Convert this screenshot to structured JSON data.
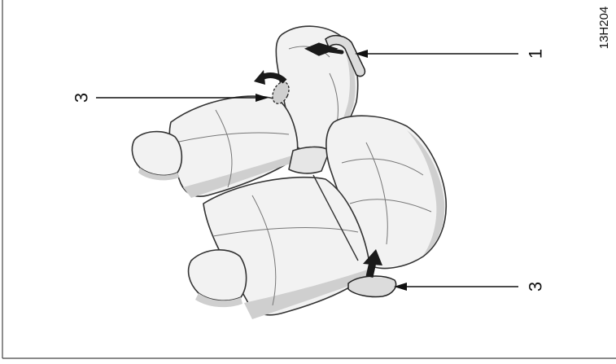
{
  "figure_id": "13H204",
  "callouts": {
    "top_right": "1",
    "upper_left": "3",
    "lower_right": "3"
  },
  "colors": {
    "outline": "#333333",
    "seat_fill": "#f2f2f2",
    "seat_shade": "#cfcfcf",
    "arrow": "#1a1a1a"
  }
}
